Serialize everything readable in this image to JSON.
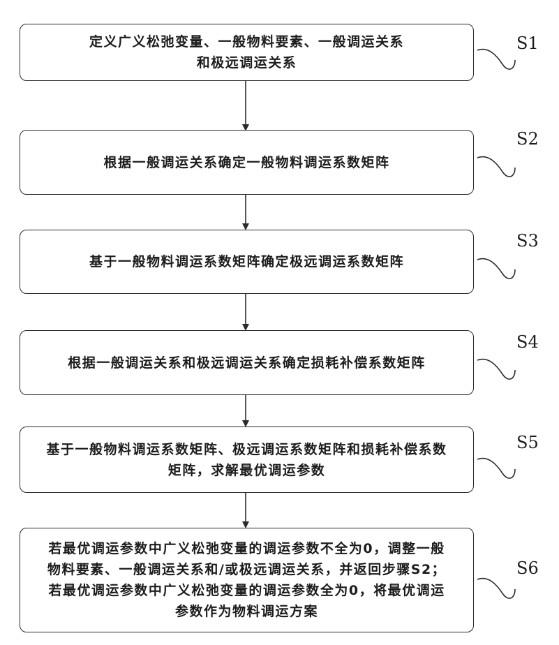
{
  "steps": [
    {
      "label": "S1",
      "lines": [
        "定义广义松弛变量、一般物料要素、一般调运关系",
        "和极远调运关系"
      ]
    },
    {
      "label": "S2",
      "lines": [
        "根据一般调运关系确定一般物料调运系数矩阵"
      ]
    },
    {
      "label": "S3",
      "lines": [
        "基于一般物料调运系数矩阵确定极远调运系数矩阵"
      ]
    },
    {
      "label": "S4",
      "lines": [
        "根据一般调运关系和极远调运关系确定损耗补偿系数矩阵"
      ]
    },
    {
      "label": "S5",
      "lines": [
        "基于一般物料调运系数矩阵、极远调运系数矩阵和损耗补偿系数",
        "矩阵，求解最优调运参数"
      ]
    },
    {
      "label": "S6",
      "lines": [
        "若最优调运参数中广义松弛变量的调运参数不全为0，调整一般",
        "物料要素、一般调运关系和/或极远调运关系，并返回步骤S2；",
        "若最优调运参数中广义松弛变量的调运参数全为0，将最优调运",
        "参数作为物料调运方案"
      ]
    }
  ]
}
